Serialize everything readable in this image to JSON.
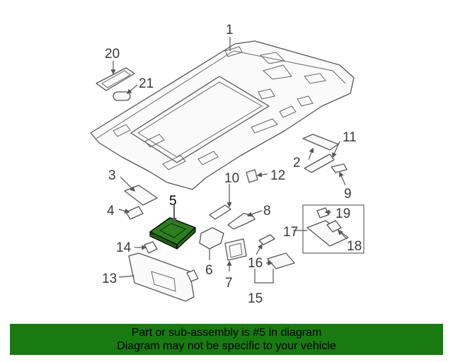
{
  "callouts": [
    "1",
    "2",
    "3",
    "4",
    "5",
    "6",
    "7",
    "8",
    "9",
    "10",
    "11",
    "12",
    "13",
    "14",
    "15",
    "16",
    "17",
    "18",
    "19",
    "20",
    "21"
  ],
  "highlight_color": "#2e7d1e",
  "banner": {
    "line1": "Part or sub-assembly is #5 in diagram",
    "line2": "Diagram may not be specific to your vehicle",
    "color": "#1a7a12"
  }
}
